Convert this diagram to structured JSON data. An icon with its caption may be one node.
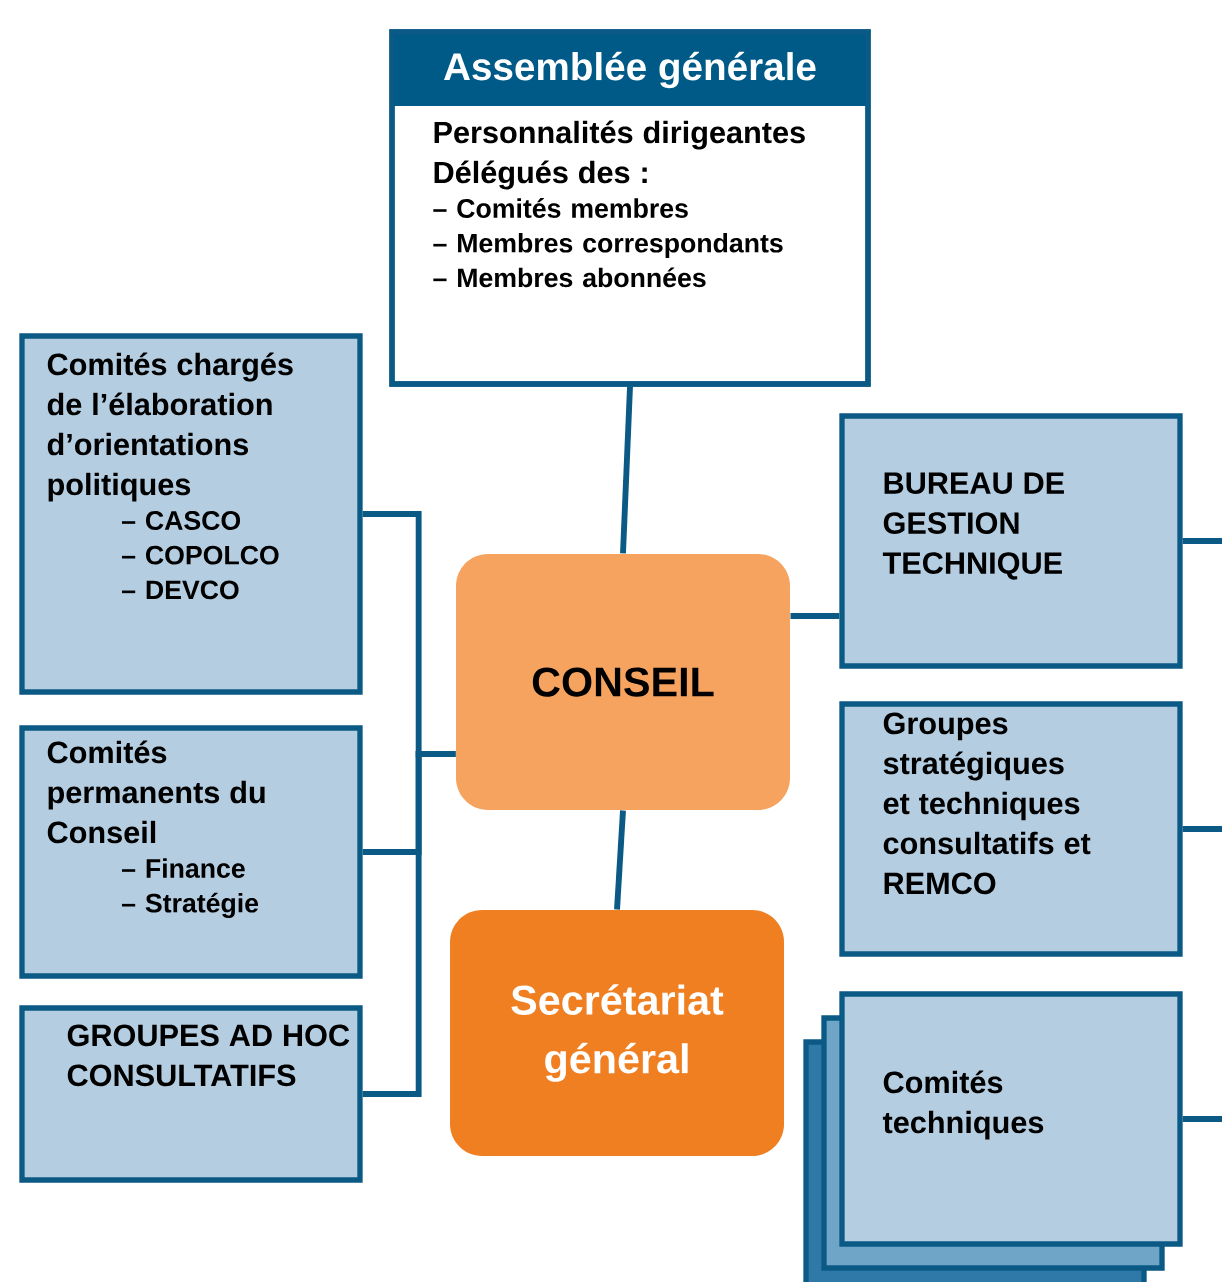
{
  "diagram": {
    "nodes": [
      {
        "text": [
          "Assemblée générale",
          "Personnalités dirigeantes",
          "Délégués des :",
          "– Comités membres",
          "– Membres correspondants",
          "– Membres abonnées"
        ]
      },
      {
        "text": [
          "Comités chargés de l’élaboration d’orientations politiques",
          "– CASCO",
          "– COPOLCO",
          "– DEVCO"
        ]
      },
      {
        "text": [
          "BUREAU DE GESTION TECHNIQUE"
        ]
      },
      {
        "text": [
          "CONSEIL"
        ]
      },
      {
        "text": [
          "Comités permanents du Conseil",
          "– Finance",
          "– Stratégie"
        ]
      },
      {
        "text": [
          "Groupes stratégiques et techniques consultatifs et REMCO"
        ]
      },
      {
        "text": [
          "GROUPES AD HOC CONSULTATIFS"
        ]
      },
      {
        "text": [
          "Secrétariat général"
        ]
      },
      {
        "text": [
          "Comités techniques"
        ]
      }
    ],
    "edges": [
      {
        "from": 0,
        "to": 3,
        "arrow": "none"
      },
      {
        "from": 3,
        "to": 7,
        "arrow": "none"
      },
      {
        "from": 3,
        "to": 2,
        "arrow": "none"
      },
      {
        "from": 1,
        "to": 3,
        "arrow": "none"
      },
      {
        "from": 4,
        "to": 3,
        "arrow": "none"
      },
      {
        "from": 6,
        "to": 3,
        "arrow": "none"
      },
      {
        "from": 2,
        "to": null,
        "arrow": "none"
      },
      {
        "from": 5,
        "to": null,
        "arrow": "none"
      },
      {
        "from": 8,
        "to": null,
        "arrow": "none"
      }
    ]
  }
}
